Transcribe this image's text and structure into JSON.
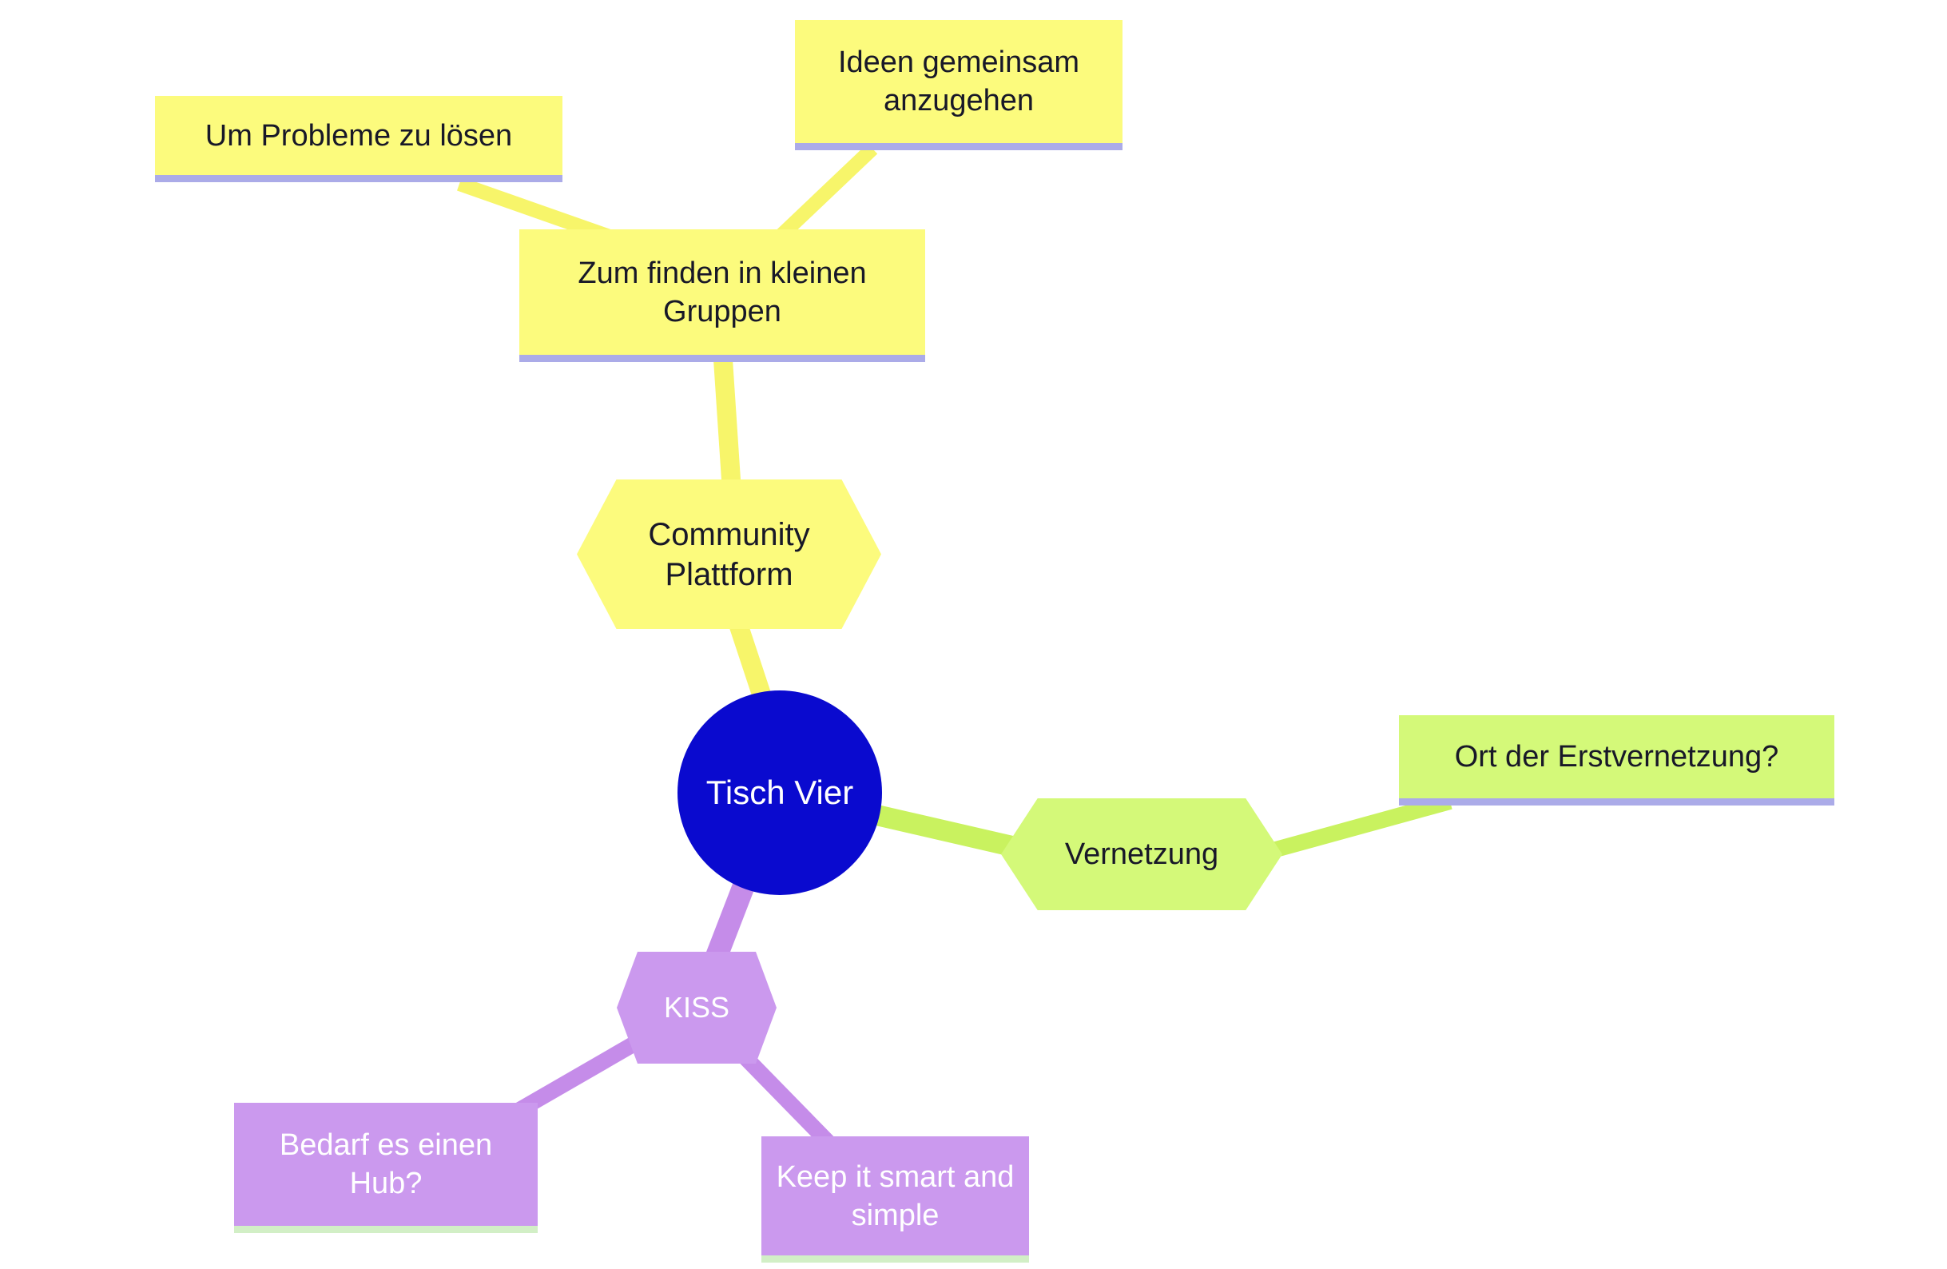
{
  "title": "Tisch Vier Mindmap",
  "colors": {
    "branch-yellow": "#f7f56a",
    "box-yellow": "#fcfb7d",
    "branch-green": "#c9f25f",
    "box-green": "#d4f979",
    "branch-purple": "#c58ce9",
    "box-purple": "#cb99ee",
    "center-blue": "#0a0acf",
    "ink-dark": "#181828",
    "ink-light": "#ffffff",
    "underline-lavender": "#ababe8",
    "underline-pale-green": "#d2efc6"
  },
  "nodes": {
    "center": {
      "label": "Tisch Vier"
    },
    "community": {
      "label": "Community Plattform"
    },
    "zum_finden": {
      "label": "Zum finden in kleinen Gruppen"
    },
    "probleme": {
      "label": "Um Probleme zu lösen"
    },
    "ideen": {
      "label": "Ideen gemeinsam anzugehen"
    },
    "vernetzung": {
      "label": "Vernetzung"
    },
    "ort": {
      "label": "Ort der Erstvernetzung?"
    },
    "kiss": {
      "label": "KISS"
    },
    "hub": {
      "label": "Bedarf es einen Hub?"
    },
    "keep": {
      "label": "Keep it smart and simple"
    }
  }
}
